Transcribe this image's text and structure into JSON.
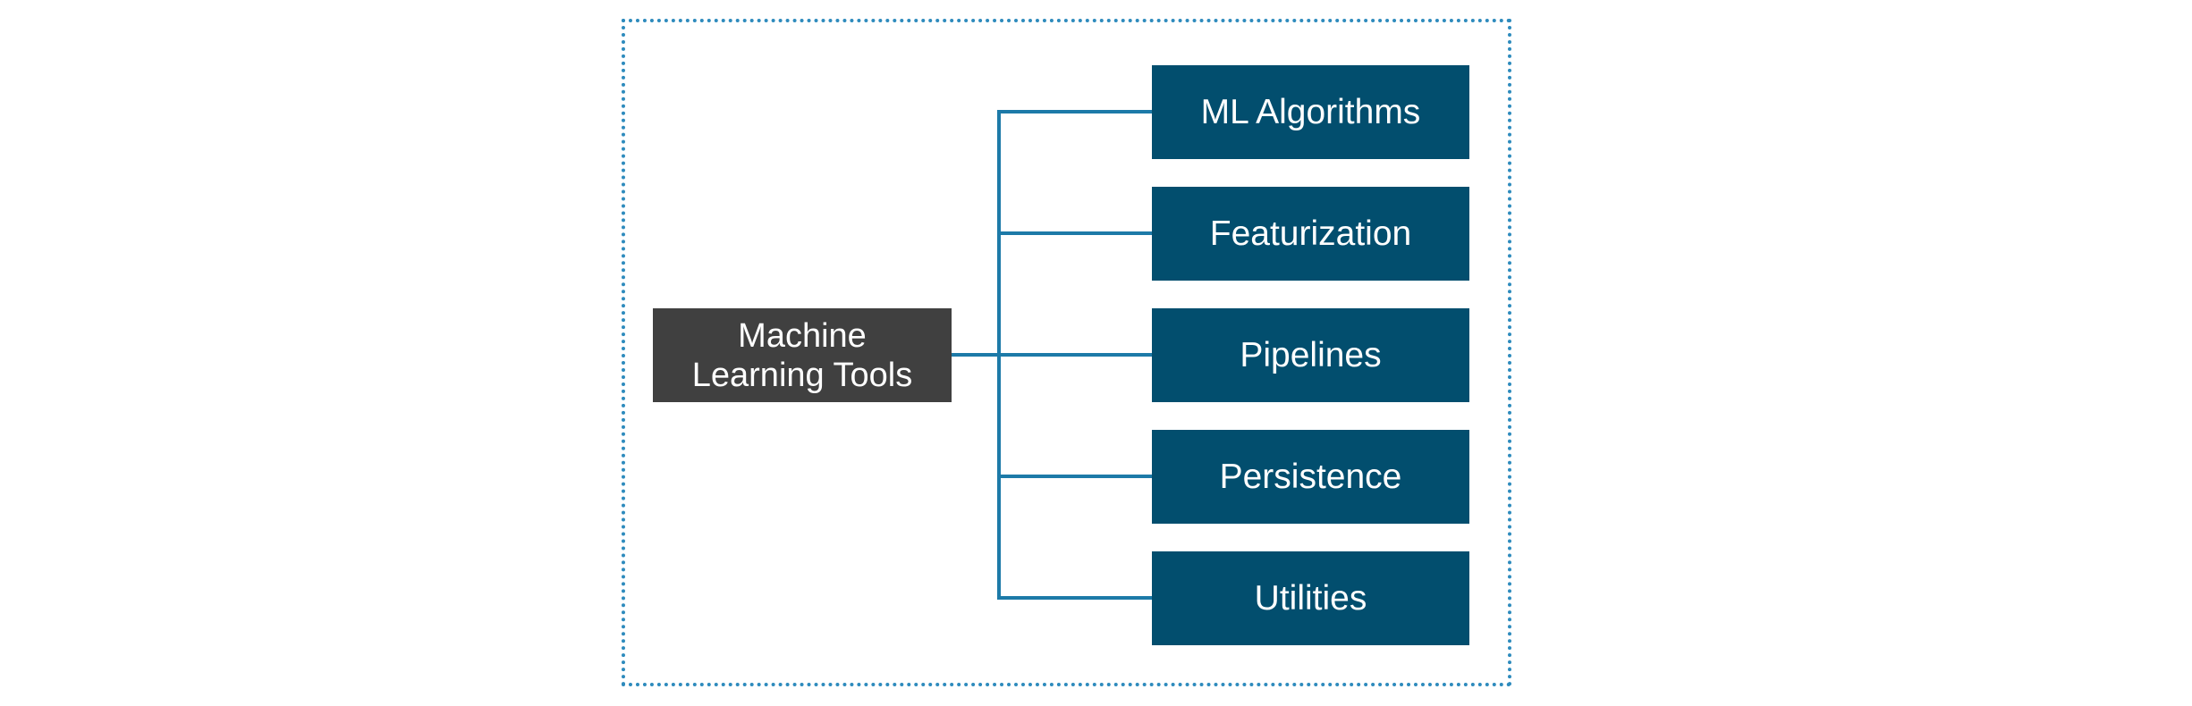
{
  "diagram": {
    "root": {
      "label": "Machine Learning Tools"
    },
    "children": [
      {
        "label": "ML Algorithms"
      },
      {
        "label": "Featurization"
      },
      {
        "label": "Pipelines"
      },
      {
        "label": "Persistence"
      },
      {
        "label": "Utilities"
      }
    ]
  },
  "colors": {
    "frame_border": "#2e8bbd",
    "connector": "#1d7aa8",
    "root_fill": "#404040",
    "child_fill": "#024e6e",
    "text": "#ffffff"
  }
}
